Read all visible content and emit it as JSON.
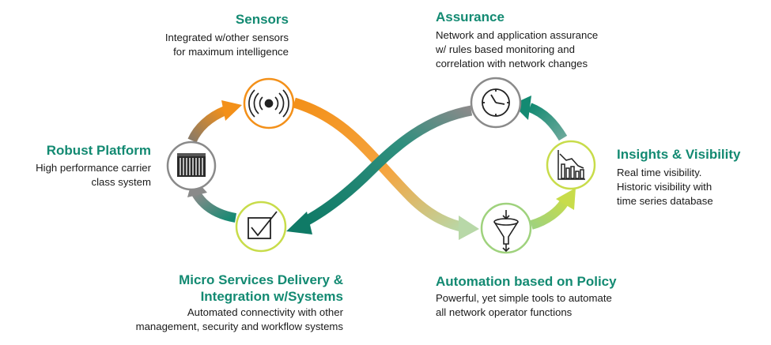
{
  "colors": {
    "teal": "#138a72",
    "teal_dark": "#0f7a66",
    "orange": "#f39019",
    "orange_light": "#f7b35a",
    "lime": "#c8dc4a",
    "green_light": "#9fd27d",
    "gray": "#8a8a8a",
    "text": "#1a1a1a"
  },
  "nodes": {
    "sensors": {
      "title": "Sensors",
      "lines": [
        "Integrated w/other sensors",
        "for maximum intelligence"
      ],
      "icon": "broadcast-icon",
      "ring_color": "#f39019"
    },
    "assurance": {
      "title": "Assurance",
      "lines": [
        "Network  and application assurance",
        "w/ rules based monitoring and",
        "correlation with network changes"
      ],
      "icon": "clock-icon",
      "ring_color": "#8a8a8a"
    },
    "platform": {
      "title": "Robust Platform",
      "lines": [
        "High performance carrier",
        "class system"
      ],
      "icon": "server-chassis-icon",
      "ring_color": "#8a8a8a"
    },
    "insights": {
      "title": "Insights & Visibility",
      "lines": [
        "Real time visibility.",
        "Historic visibility with",
        "time series database"
      ],
      "icon": "bar-chart-icon",
      "ring_color": "#c8dc4a"
    },
    "microservices": {
      "title_lines": [
        "Micro Services Delivery &",
        "Integration w/Systems"
      ],
      "lines": [
        "Automated connectivity with other",
        "management,  security and workflow systems"
      ],
      "icon": "checkbox-icon",
      "ring_color": "#c8dc4a"
    },
    "automation": {
      "title": "Automation based on Policy",
      "lines": [
        "Powerful, yet simple tools to automate",
        "all network operator functions"
      ],
      "icon": "funnel-icon",
      "ring_color": "#9fd27d"
    }
  }
}
